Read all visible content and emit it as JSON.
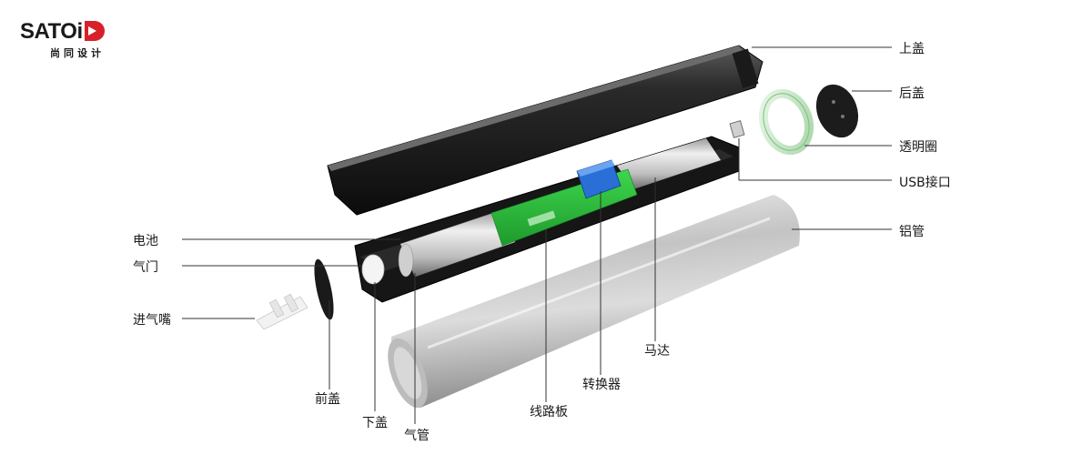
{
  "logo": {
    "brand": "SATOi",
    "subtitle": "尚同设计"
  },
  "labels": {
    "top_cover": "上盖",
    "back_cover": "后盖",
    "transparent_ring": "透明圈",
    "usb_port": "USB接口",
    "aluminum_tube": "铝管",
    "battery": "电池",
    "air_valve": "气门",
    "air_inlet_nozzle": "进气嘴",
    "front_cover": "前盖",
    "bottom_cover": "下盖",
    "air_pipe": "气管",
    "circuit_board": "线路板",
    "converter": "转换器",
    "motor": "马达"
  }
}
